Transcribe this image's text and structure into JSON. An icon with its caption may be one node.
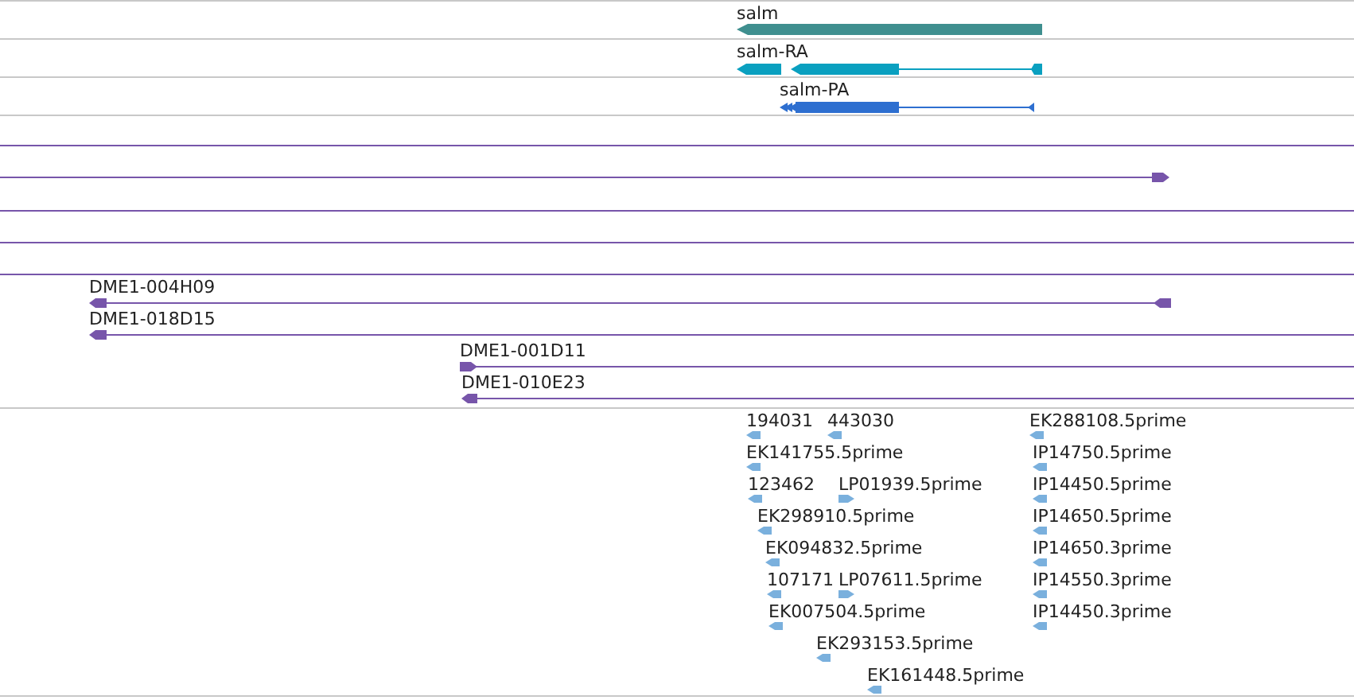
{
  "diagram": {
    "labels": [
      "salm",
      "salm-RA",
      "salm-PA",
      "DME1-004H09",
      "DME1-018D15",
      "DME1-001D11",
      "DME1-010E23",
      "194031",
      "443030",
      "EK288108.5prime",
      "EK141755.5prime",
      "IP14750.5prime",
      "123462",
      "LP01939.5prime",
      "IP14450.5prime",
      "EK298910.5prime",
      "IP14650.5prime",
      "EK094832.5prime",
      "IP14650.3prime",
      "107171",
      "LP07611.5prime",
      "IP14550.3prime",
      "EK007504.5prime",
      "IP14450.3prime",
      "EK293153.5prime",
      "EK161448.5prime"
    ]
  }
}
